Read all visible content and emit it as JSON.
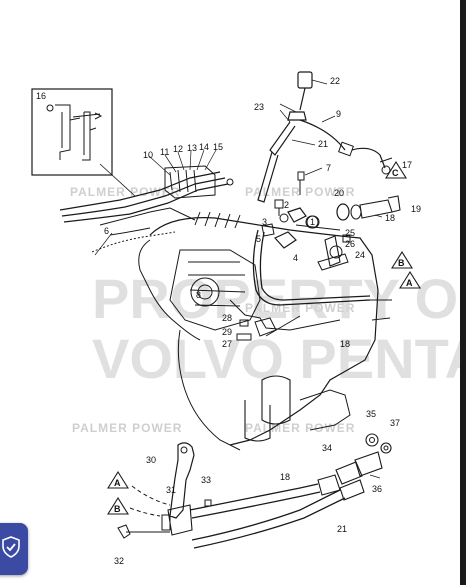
{
  "watermarks": {
    "small": [
      "PALMER POWER",
      "PALMER POWER",
      "PALMER POWER",
      "PALMER POWER",
      "PALMER POWER"
    ],
    "big_line1": "PROPERTY OF",
    "big_line2": "VOLVO PENTA"
  },
  "callouts": [
    "22",
    "23",
    "9",
    "21",
    "17",
    "7",
    "20",
    "18",
    "19",
    "2",
    "1",
    "3",
    "5",
    "25",
    "26",
    "24",
    "4",
    "6",
    "10",
    "11",
    "12",
    "13",
    "14",
    "15",
    "16",
    "8",
    "28",
    "29",
    "27",
    "18",
    "30",
    "31",
    "33",
    "32",
    "18",
    "34",
    "35",
    "37",
    "36",
    "21"
  ],
  "triangles": [
    "C",
    "B",
    "A",
    "A",
    "B"
  ],
  "colors": {
    "line": "#1a1a1a",
    "badge": "#3b4ba3",
    "watermark": "#d0d0d0"
  },
  "icons": {
    "badge": "shield-check-icon"
  }
}
